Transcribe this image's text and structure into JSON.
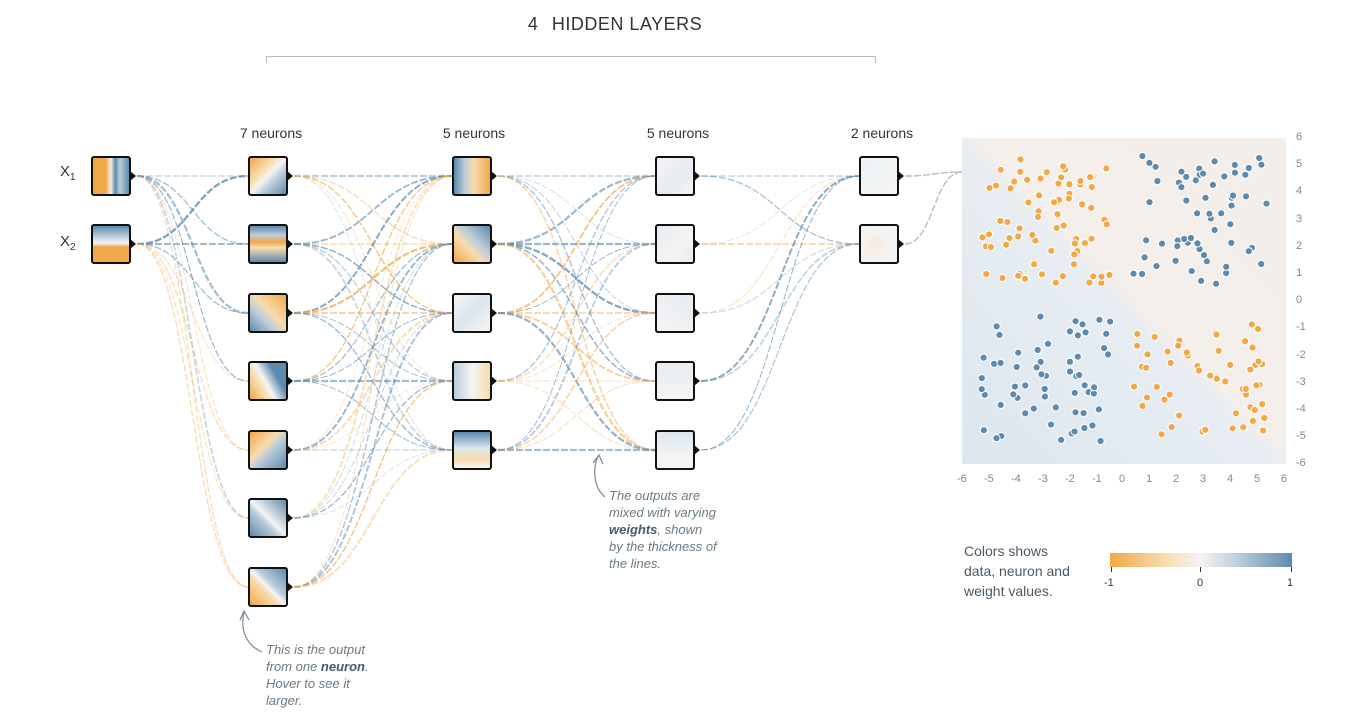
{
  "header": {
    "count": "4",
    "title": "HIDDEN LAYERS"
  },
  "inputs": [
    {
      "label": "X",
      "sub": "1"
    },
    {
      "label": "X",
      "sub": "2"
    }
  ],
  "layers": [
    {
      "label": "7 neurons",
      "count": 7
    },
    {
      "label": "5 neurons",
      "count": 5
    },
    {
      "label": "5 neurons",
      "count": 5
    },
    {
      "label": "2 neurons",
      "count": 2
    }
  ],
  "annotations": {
    "neuron": {
      "line1": "This is the output",
      "line2_prefix": "from one ",
      "line2_bold": "neuron",
      "line2_suffix": ".",
      "line3": "Hover to see it",
      "line4": "larger."
    },
    "weights": {
      "line1": "The outputs are",
      "line2": "mixed with varying",
      "line3_bold": "weights",
      "line3_suffix": ", shown",
      "line4": "by the thickness of",
      "line5": "the lines."
    }
  },
  "output_plot": {
    "x_ticks": [
      "-6",
      "-5",
      "-4",
      "-3",
      "-2",
      "-1",
      "0",
      "1",
      "2",
      "3",
      "4",
      "5",
      "6"
    ],
    "y_ticks": [
      "6",
      "5",
      "4",
      "3",
      "2",
      "1",
      "0",
      "-1",
      "-2",
      "-3",
      "-4",
      "-5",
      "-6"
    ]
  },
  "legend": {
    "text_line1": "Colors shows",
    "text_line2": "data, neuron and",
    "text_line3": "weight values.",
    "min": "-1",
    "mid": "0",
    "max": "1"
  },
  "colors": {
    "orange": "#f0a848",
    "blue": "#5d8aad",
    "node_border": "#111111"
  }
}
